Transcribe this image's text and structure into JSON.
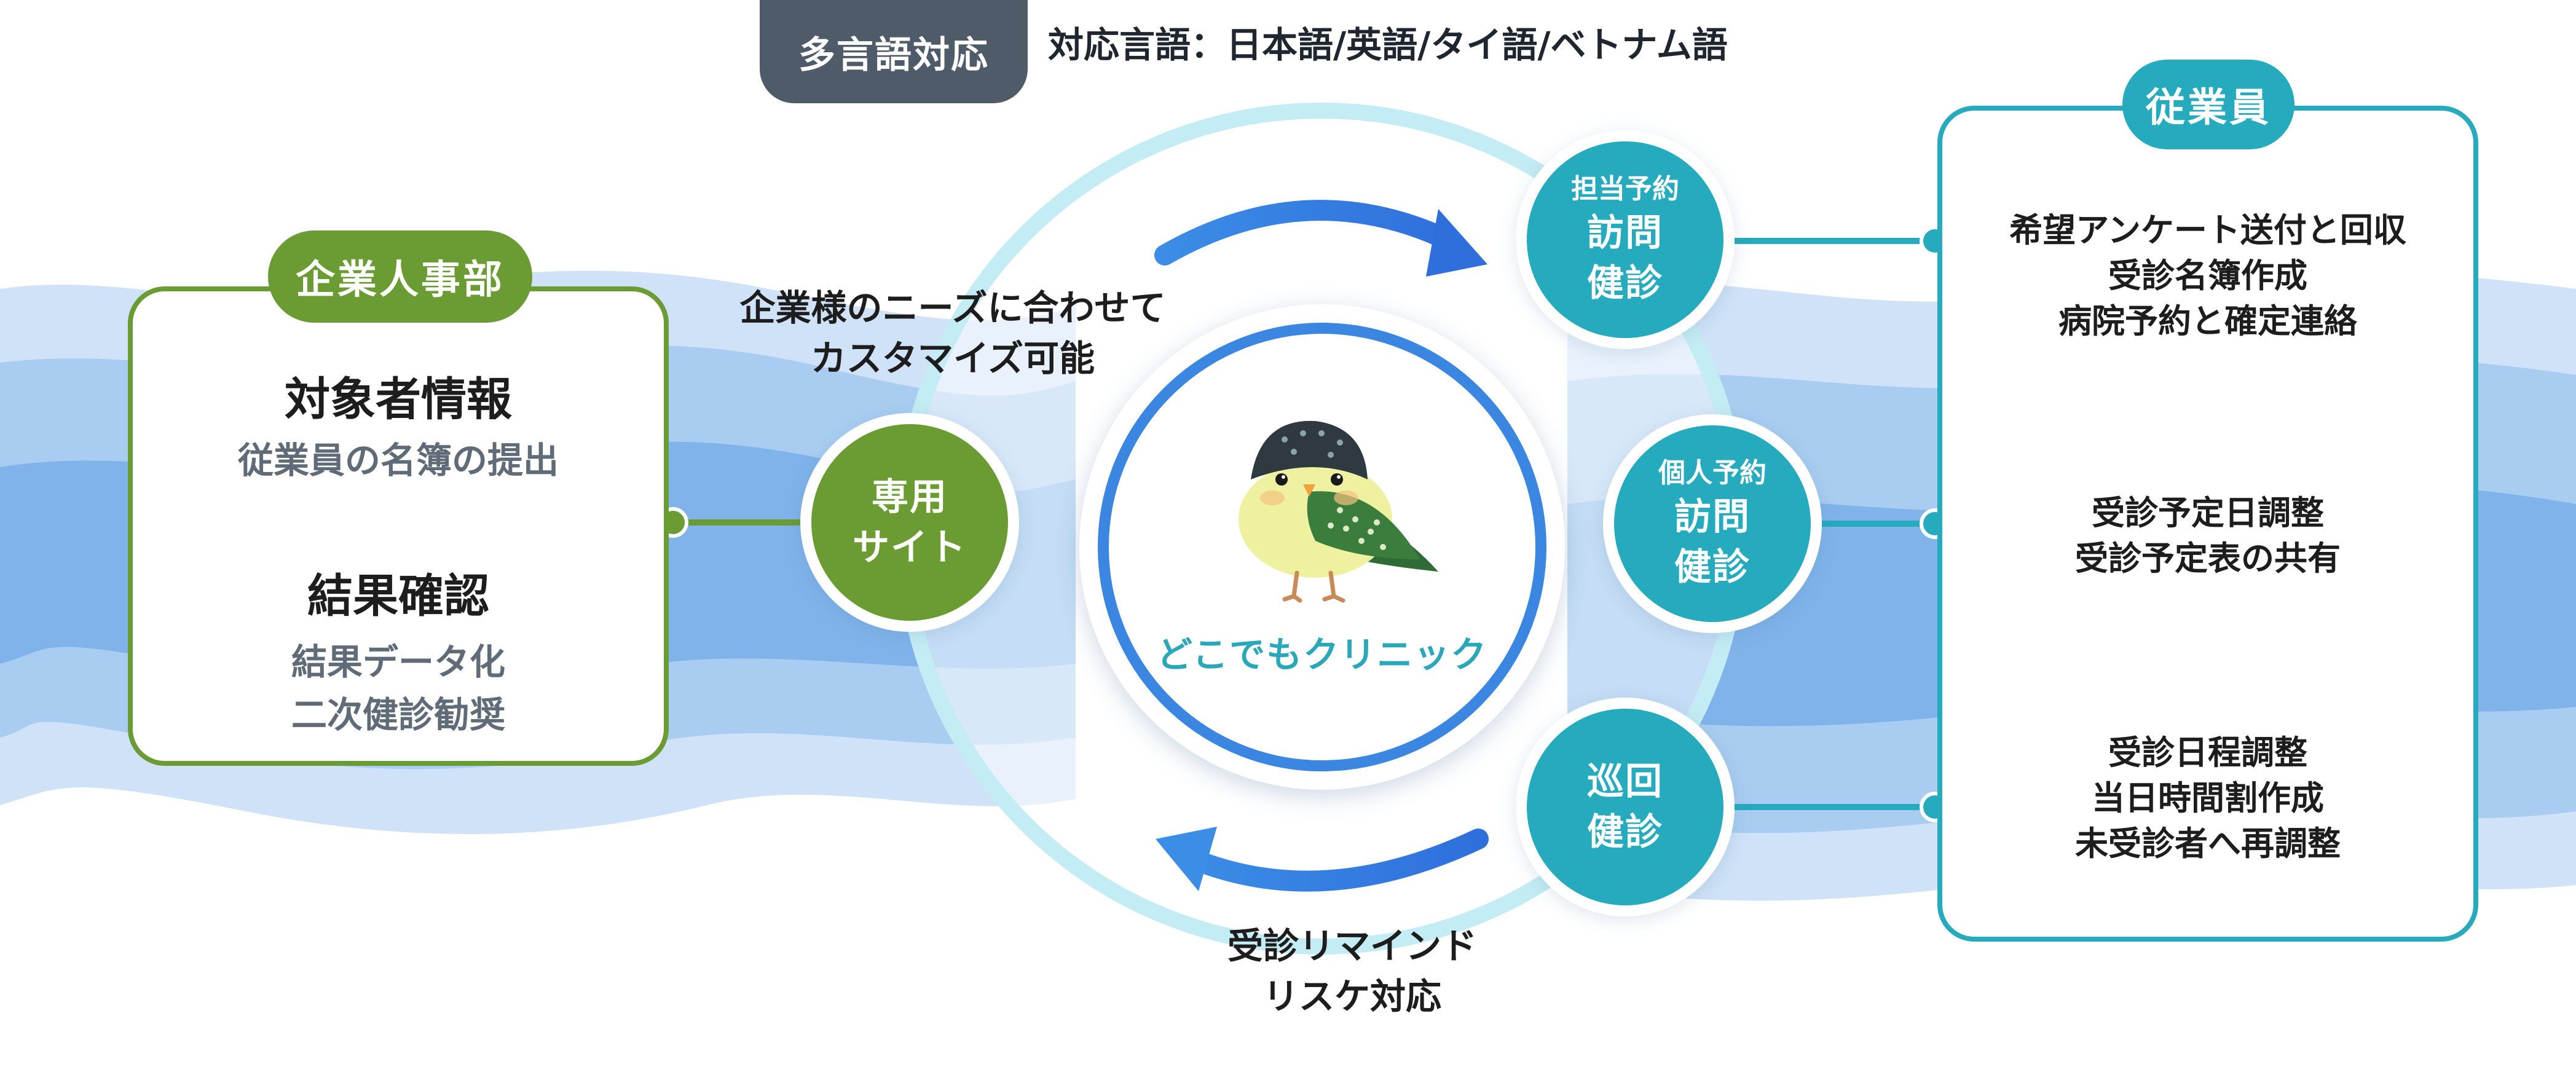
{
  "header": {
    "badge": "多言語対応",
    "languages": "対応言語：日本語/英語/タイ語/ベトナム語"
  },
  "company_hr": {
    "tag": "企業人事部",
    "section1_title": "対象者情報",
    "section1_sub": "従業員の名簿の提出",
    "section2_title": "結果確認",
    "section2_sub": [
      "結果データ化",
      "二次健診勧奨"
    ]
  },
  "dedicated_site": {
    "label": [
      "専用",
      "サイト"
    ]
  },
  "customize_note": [
    "企業様のニーズに合わせて",
    "カスタマイズ可能"
  ],
  "center": {
    "brand": "どこでもクリニック",
    "mascot": "bird-mascot"
  },
  "services": [
    {
      "small": "担当予約",
      "big": [
        "訪問",
        "健診"
      ]
    },
    {
      "small": "個人予約",
      "big": [
        "訪問",
        "健診"
      ]
    },
    {
      "small": "",
      "big": [
        "巡回",
        "健診"
      ]
    }
  ],
  "remind_note": [
    "受診リマインド",
    "リスケ対応"
  ],
  "employees": {
    "tag": "従業員",
    "group1": [
      "希望アンケート送付と回収",
      "受診名簿作成",
      "病院予約と確定連絡"
    ],
    "group2": [
      "受診予定日調整",
      "受診予定表の共有"
    ],
    "group3": [
      "受診日程調整",
      "当日時間割作成",
      "未受診者へ再調整"
    ]
  },
  "colors": {
    "green": "#6b9b33",
    "teal": "#26aabd",
    "blue": "#3a86e0",
    "dark": "#4f5b69"
  }
}
